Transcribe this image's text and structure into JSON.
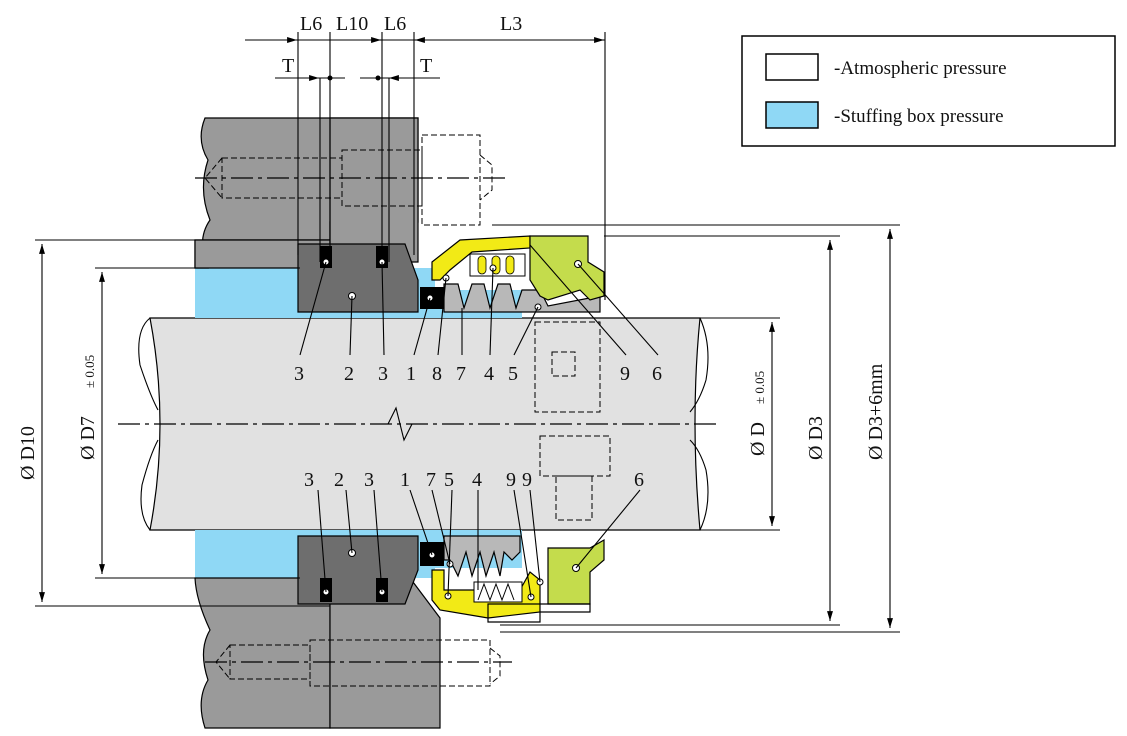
{
  "colors": {
    "atmospheric": "#ffffff",
    "stuffing_box": "#8fd8f5",
    "housing": "#9a9a9a",
    "shaft": "#e1e1e1",
    "seal_ring": "#6e6e6e",
    "o_ring": "#000000",
    "spring_holder": "#f2ea16",
    "gland": "#c4dc4c",
    "bellows": "#b8b8b8"
  },
  "legend": {
    "atmospheric_label": "-Atmospheric pressure",
    "stuffing_box_label": "-Stuffing box pressure"
  },
  "dimensions": {
    "l6_left": "L6",
    "l10": "L10",
    "l6_right": "L6",
    "l3": "L3",
    "t_left": "T",
    "t_right": "T",
    "d10": "Ø D10",
    "d7": "Ø D7",
    "d7_tol": "± 0.05",
    "d": "Ø D",
    "d_tol": "± 0.05",
    "d3": "Ø D3",
    "d3_plus": "Ø D3+6mm"
  },
  "part_labels_top": [
    "3",
    "2",
    "3",
    "1",
    "8",
    "7",
    "4",
    "5",
    "9",
    "6"
  ],
  "part_labels_bottom": [
    "3",
    "2",
    "3",
    "1",
    "7",
    "5",
    "4",
    "9",
    "9",
    "6"
  ]
}
